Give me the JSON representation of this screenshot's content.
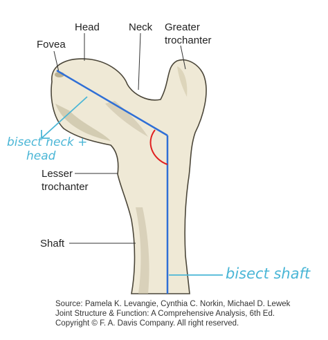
{
  "labels": {
    "head": "Head",
    "neck": "Neck",
    "greater_trochanter_1": "Greater",
    "greater_trochanter_2": "trochanter",
    "fovea": "Fovea",
    "lesser_trochanter_1": "Lesser",
    "lesser_trochanter_2": "trochanter",
    "shaft": "Shaft"
  },
  "annotations": {
    "bisect_neck_1": "bisect neck +",
    "bisect_neck_2": "head",
    "bisect_shaft": "bisect shaft"
  },
  "source": {
    "line1": "Source: Pamela K. Levangie, Cynthia C. Norkin, Michael D. Lewek",
    "line2": "Joint Structure & Function: A Comprehensive Analysis, 6th Ed.",
    "line3": "Copyright © F. A. Davis Company. All right reserved."
  },
  "colors": {
    "axis_line": "#2f6fd6",
    "annotation": "#4ab6d6",
    "angle_arc": "#e02020",
    "bone_fill": "#efe9d6",
    "bone_shadow": "#c9c1a6",
    "bone_outline": "#4a4538"
  }
}
